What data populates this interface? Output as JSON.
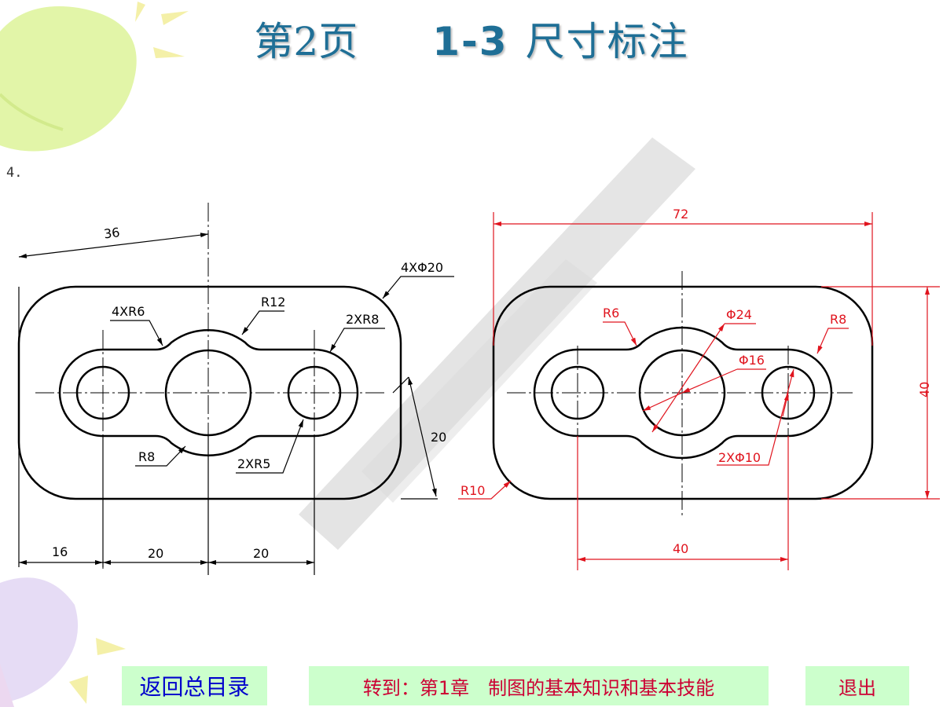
{
  "header": {
    "page_label": "第2页",
    "section_number": "1-3",
    "section_title": "尺寸标注"
  },
  "problem_number": "4.",
  "drawing_left": {
    "dim_36": "36",
    "dim_4x_dia20": "4XΦ20",
    "dim_R12": "R12",
    "dim_4xR6": "4XR6",
    "dim_2xR8": "2XR8",
    "dim_R8": "R8",
    "dim_2xR5": "2XR5",
    "dim_20_vertical": "20",
    "dim_16": "16",
    "dim_20_a": "20",
    "dim_20_b": "20"
  },
  "drawing_right": {
    "dim_72": "72",
    "dim_R6": "R6",
    "dim_dia24": "Φ24",
    "dim_R8": "R8",
    "dim_dia16": "Φ16",
    "dim_40_vertical": "40",
    "dim_2x_dia10": "2XΦ10",
    "dim_R10": "R10",
    "dim_40_horizontal": "40"
  },
  "footer": {
    "back_label": "返回总目录",
    "goto_label": "转到：第1章　制图的基本知识和基本技能",
    "exit_label": "退出"
  },
  "colors": {
    "title": "#1f6f96",
    "annotation_red": "#e0141e",
    "button_bg": "#ccffcc",
    "back_text": "#0000cc",
    "nav_text": "#cc0033",
    "balloon_green": "#e2f5a8",
    "balloon_purple": "#e6dcf5"
  }
}
